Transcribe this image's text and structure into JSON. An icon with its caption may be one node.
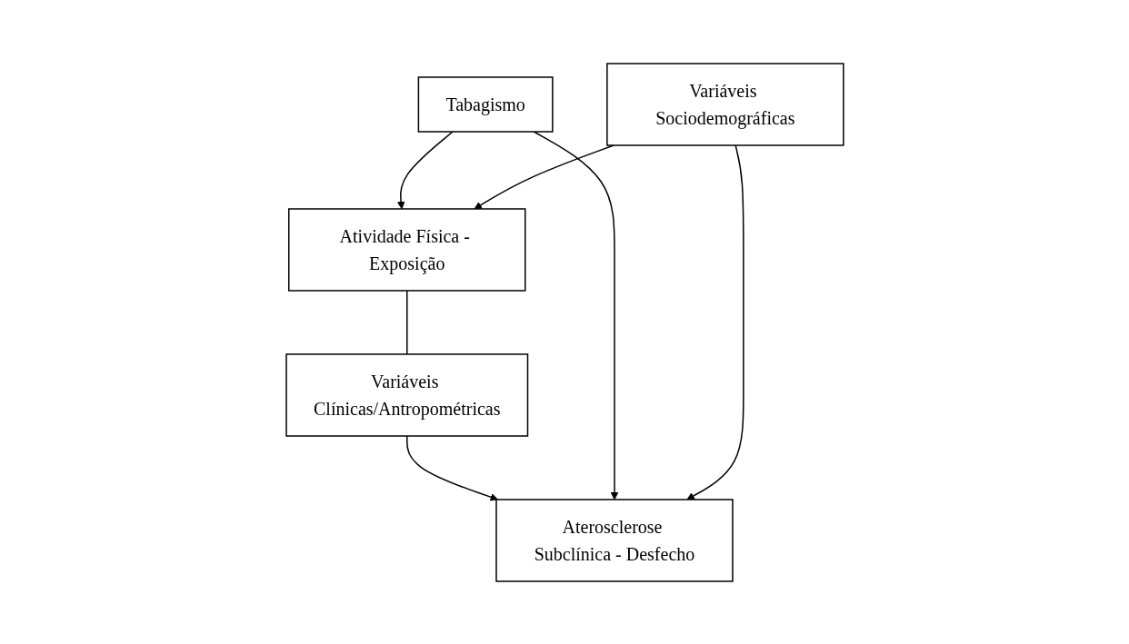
{
  "diagram": {
    "nodes": [
      {
        "text": [
          "Atividade Física - Exposição"
        ]
      },
      {
        "text": [
          "Tabagismo"
        ]
      },
      {
        "text": [
          "Variáveis Sociodemográficas"
        ]
      },
      {
        "text": [
          "Variáveis Clínicas/Antropométricas"
        ]
      },
      {
        "text": [
          "Aterosclerose Subclínica - Desfecho"
        ]
      }
    ],
    "edges": [
      {
        "from": 1,
        "to": 0,
        "arrow": "to"
      },
      {
        "from": 2,
        "to": 0,
        "arrow": "to"
      },
      {
        "from": 0,
        "to": 3,
        "arrow": "none"
      },
      {
        "from": 3,
        "to": 4,
        "arrow": "to"
      },
      {
        "from": 1,
        "to": 4,
        "arrow": "to"
      },
      {
        "from": 2,
        "to": 4,
        "arrow": "to"
      }
    ]
  }
}
